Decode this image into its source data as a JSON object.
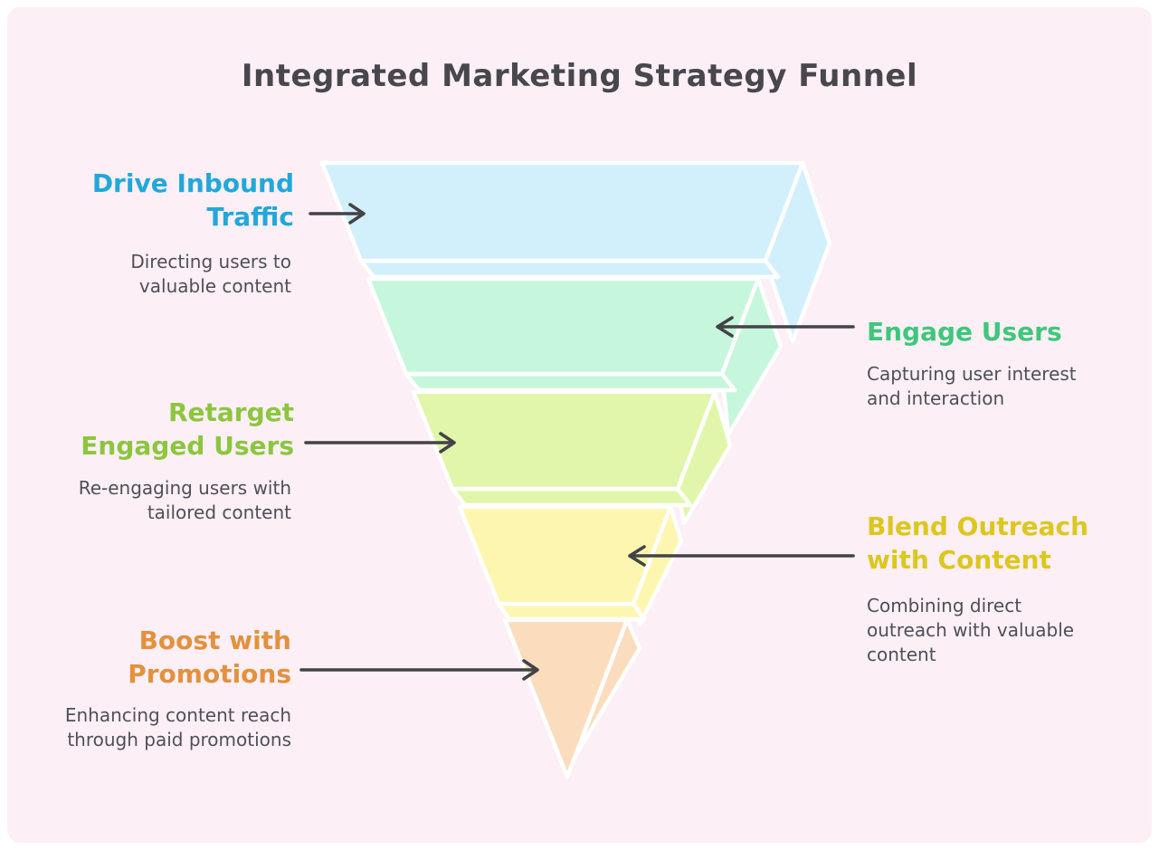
{
  "title": "Integrated Marketing Strategy Funnel",
  "colors": {
    "background": "#fdeff6",
    "frame": "#ffffff",
    "title_text": "#47474d",
    "description_text": "#4f4f57",
    "arrow": "#434347",
    "segment_stroke": "#ffffff"
  },
  "stages": [
    {
      "name": "drive-inbound-traffic",
      "label": "Drive Inbound\nTraffic",
      "description": "Directing users to\nvaluable content",
      "label_color": "#23a7d8",
      "fill": "#d2f0fb",
      "side": "left"
    },
    {
      "name": "engage-users",
      "label": "Engage Users",
      "description": "Capturing user interest\nand interaction",
      "label_color": "#3fc77c",
      "fill": "#c6f6db",
      "side": "right"
    },
    {
      "name": "retarget-engaged-users",
      "label": "Retarget\nEngaged Users",
      "description": "Re-engaging users with\ntailored content",
      "label_color": "#8cc63f",
      "fill": "#e1f6aa",
      "side": "left"
    },
    {
      "name": "blend-outreach-with-content",
      "label": "Blend Outreach\nwith Content",
      "description": "Combining direct\noutreach with valuable\ncontent",
      "label_color": "#dcc71e",
      "fill": "#fdf6b1",
      "side": "right"
    },
    {
      "name": "boost-with-promotions",
      "label": "Boost with\nPromotions",
      "description": "Enhancing content reach\nthrough paid promotions",
      "label_color": "#e3913e",
      "fill": "#fbddbe",
      "side": "left"
    }
  ]
}
